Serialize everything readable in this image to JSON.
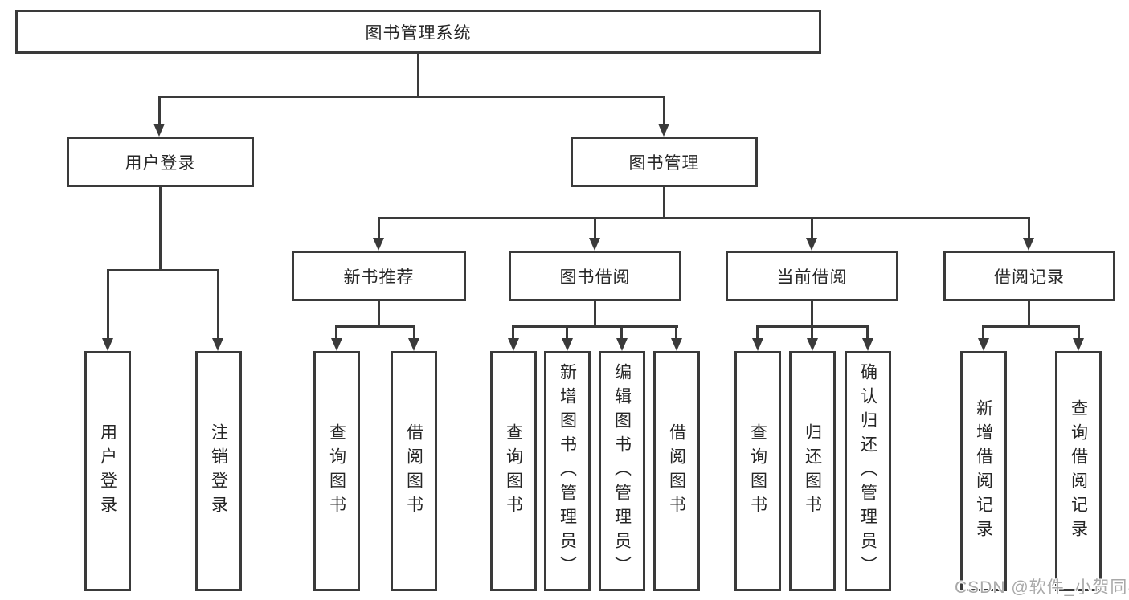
{
  "diagram": {
    "title": "图书管理系统",
    "nodes": {
      "root": "图书管理系统",
      "level2": {
        "user_login": "用户登录",
        "book_mgmt": "图书管理"
      },
      "level3": {
        "new_book_rec": "新书推荐",
        "book_borrow": "图书借阅",
        "current_borrow": "当前借阅",
        "borrow_record": "借阅记录"
      },
      "leaves": {
        "user_login": [
          "用户登录",
          "注销登录"
        ],
        "new_book_rec": [
          "查询图书",
          "借阅图书"
        ],
        "book_borrow": [
          "查询图书",
          "新增图书（管理员）",
          "编辑图书（管理员）",
          "借阅图书"
        ],
        "current_borrow": [
          "查询图书",
          "归还图书",
          "确认归还（管理员）"
        ],
        "borrow_record": [
          "新增借阅记录",
          "查询借阅记录"
        ]
      }
    },
    "colors": {
      "line": "#3a3a3a",
      "box_border": "#3a3a3a",
      "text": "#262626",
      "background": "#ffffff"
    }
  },
  "watermark": {
    "text": "CSDN @软件_小贺同学",
    "color": "#a8a8a8"
  }
}
